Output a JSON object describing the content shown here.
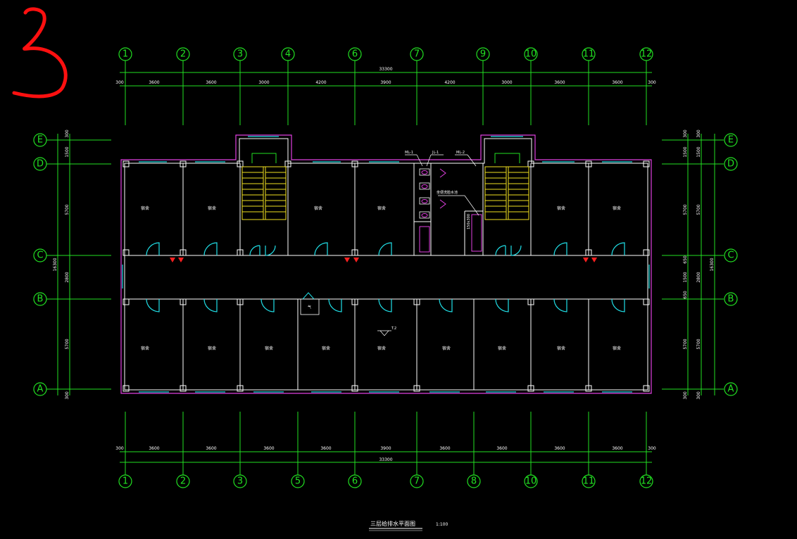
{
  "handwritten_mark": "3",
  "axes": {
    "top": [
      "1",
      "2",
      "3",
      "4",
      "6",
      "7",
      "9",
      "10",
      "11",
      "12"
    ],
    "bottom": [
      "1",
      "2",
      "3",
      "5",
      "6",
      "7",
      "8",
      "10",
      "11",
      "12"
    ],
    "left": [
      "E",
      "D",
      "C",
      "B",
      "A"
    ],
    "right": [
      "E",
      "D",
      "C",
      "B",
      "A"
    ]
  },
  "dims_top": {
    "total": "33300",
    "segments": [
      "300",
      "3600",
      "3600",
      "3000",
      "4200",
      "3900",
      "4200",
      "3000",
      "3600",
      "3600",
      "300"
    ]
  },
  "dims_bottom": {
    "total": "33300",
    "segments": [
      "300",
      "3600",
      "3600",
      "3600",
      "3600",
      "3900",
      "3600",
      "3600",
      "3600",
      "3600",
      "300"
    ]
  },
  "dims_left": {
    "total": "16300",
    "segments": [
      "300",
      "1500",
      "5700",
      "2800",
      "5700",
      "300"
    ]
  },
  "dims_right": {
    "total": "16300",
    "outer": [
      "300",
      "1500",
      "5700",
      "2800",
      "5700",
      "300"
    ],
    "inner": [
      "300",
      "1500",
      "5700",
      "650",
      "1500",
      "650",
      "5700",
      "300"
    ]
  },
  "rooms_north": [
    "宿舍",
    "宿舍",
    "宿舍",
    "宿舍",
    "宿舍",
    "宿舍"
  ],
  "rooms_south": [
    "宿舍",
    "宿舍",
    "宿舍",
    "宿舍",
    "宿舍",
    "宿舍",
    "宿舍",
    "宿舍",
    "宿舍"
  ],
  "pipe_labels": {
    "ml1": "ML-1",
    "jl1": "JL-1",
    "ml2": "ML-2",
    "fixture": "坐便洗脸水池",
    "pipe_size": "150x300",
    "gas": "气",
    "floor_mark": "T.2"
  },
  "title": {
    "name": "三层给排水平面图",
    "scale": "1:100"
  },
  "colors": {
    "grid": "#22e022",
    "wall": "#ffffff",
    "outline": "#e040e0",
    "window": "#20e0e8",
    "stair": "#f0e020",
    "hydrant": "#ff2020",
    "handwriting": "#ff1010"
  }
}
